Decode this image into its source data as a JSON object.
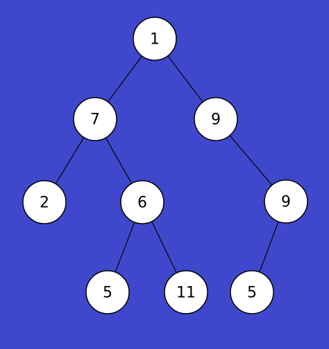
{
  "colors": {
    "background": "#3f48cc",
    "node_fill": "#ffffff",
    "node_stroke": "#000000",
    "edge": "#000000",
    "text": "#000000"
  },
  "tree": {
    "nodes": [
      {
        "id": "n1",
        "label": "1"
      },
      {
        "id": "n7",
        "label": "7"
      },
      {
        "id": "n9a",
        "label": "9"
      },
      {
        "id": "n2",
        "label": "2"
      },
      {
        "id": "n6",
        "label": "6"
      },
      {
        "id": "n9b",
        "label": "9"
      },
      {
        "id": "n5a",
        "label": "5"
      },
      {
        "id": "n11",
        "label": "11"
      },
      {
        "id": "n5b",
        "label": "5"
      }
    ],
    "edges": [
      {
        "from": "n1",
        "to": "n7"
      },
      {
        "from": "n1",
        "to": "n9a"
      },
      {
        "from": "n7",
        "to": "n2"
      },
      {
        "from": "n7",
        "to": "n6"
      },
      {
        "from": "n9a",
        "to": "n9b"
      },
      {
        "from": "n6",
        "to": "n5a"
      },
      {
        "from": "n6",
        "to": "n11"
      },
      {
        "from": "n9b",
        "to": "n5b"
      }
    ]
  }
}
